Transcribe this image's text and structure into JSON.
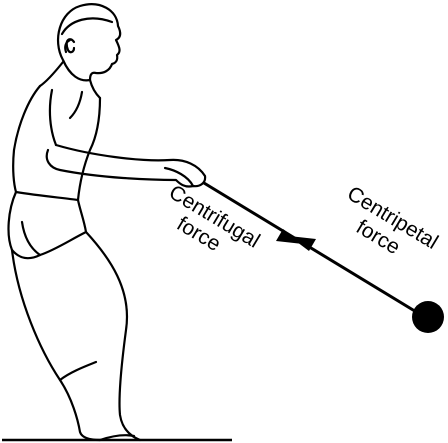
{
  "labels": {
    "centrifugal_line1": "Centrifugal",
    "centrifugal_line2": "force",
    "centripetal_line1": "Centripetal",
    "centripetal_line2": "force"
  },
  "colors": {
    "ink": "#000000",
    "background": "#ffffff"
  }
}
